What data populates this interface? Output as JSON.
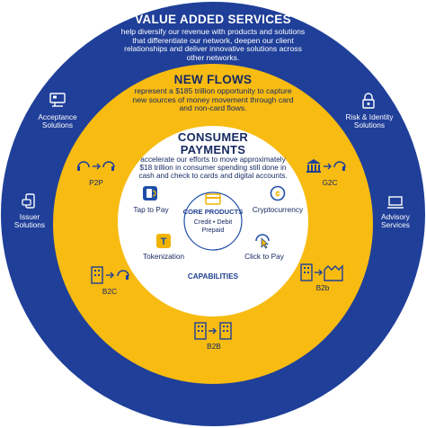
{
  "outer": {
    "title": "VALUE ADDED SERVICES",
    "body": "help diversify our revenue with products and solutions that differentiate our network, deepen our client relationships and deliver innovative solutions across other networks.",
    "items": [
      {
        "label": "Acceptance Solutions",
        "icon": "monitor-icon"
      },
      {
        "label": "Risk & Identity Solutions",
        "icon": "lock-icon"
      },
      {
        "label": "Issuer Solutions",
        "icon": "phone-card-icon"
      },
      {
        "label": "Advisory Services",
        "icon": "laptop-icon"
      }
    ]
  },
  "middle": {
    "title": "NEW FLOWS",
    "body": "represent a $185 trillion opportunity to capture new sources of money movement through card and non-card flows.",
    "flows": [
      {
        "label": "P2P",
        "icon": "person-to-person-icon"
      },
      {
        "label": "G2C",
        "icon": "government-to-consumer-icon"
      },
      {
        "label": "B2C",
        "icon": "business-to-consumer-icon"
      },
      {
        "label": "B2b",
        "icon": "business-to-small-business-icon"
      },
      {
        "label": "B2B",
        "icon": "business-to-business-icon"
      }
    ]
  },
  "inner": {
    "title_line1": "CONSUMER",
    "title_line2": "PAYMENTS",
    "body": "accelerate our efforts to move approximately $18 trillion in consumer spending still done in cash and check to cards and digital accounts.",
    "capabilities": [
      {
        "label": "Tap to Pay",
        "icon": "tap-to-pay-icon"
      },
      {
        "label": "Cryptocurrency",
        "icon": "crypto-icon"
      },
      {
        "label": "Tokenization",
        "icon": "token-icon"
      },
      {
        "label": "Click to Pay",
        "icon": "click-to-pay-icon"
      }
    ],
    "core_title": "CORE PRODUCTS",
    "core_line1": "Credit • Debit",
    "core_line2": "Prepaid",
    "capabilities_label": "CAPABILITIES"
  },
  "colors": {
    "outer_ring": "#1f3f99",
    "middle_ring": "#f7bb12",
    "inner": "#ffffff",
    "icon_blue": "#1e4fa8",
    "icon_gold": "#f2b300"
  }
}
